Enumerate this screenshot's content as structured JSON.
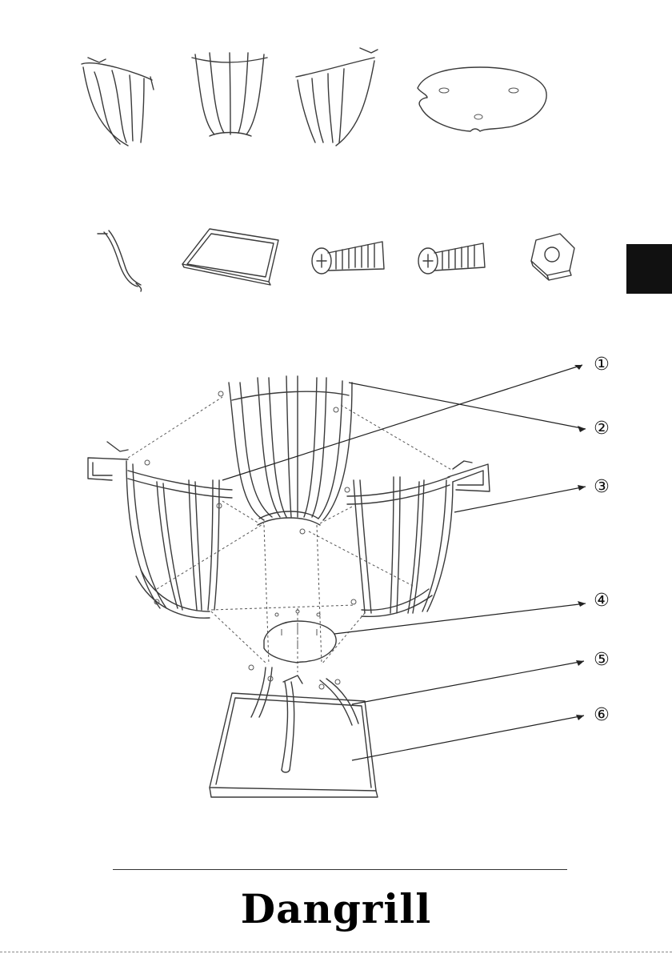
{
  "callouts": [
    {
      "label": "①"
    },
    {
      "label": "②"
    },
    {
      "label": "③"
    },
    {
      "label": "④"
    },
    {
      "label": "⑤"
    },
    {
      "label": "⑥"
    }
  ],
  "brand": "Dangrill",
  "icons": [
    "basket-side-left-part",
    "basket-center-part",
    "basket-side-right-part",
    "base-plate-part",
    "leg-part",
    "ash-tray-part",
    "long-bolt-part",
    "short-bolt-part",
    "hex-nut-part",
    "assembly-diagram"
  ],
  "colors": {
    "line": "#3a3a3a",
    "tab": "#111111"
  }
}
